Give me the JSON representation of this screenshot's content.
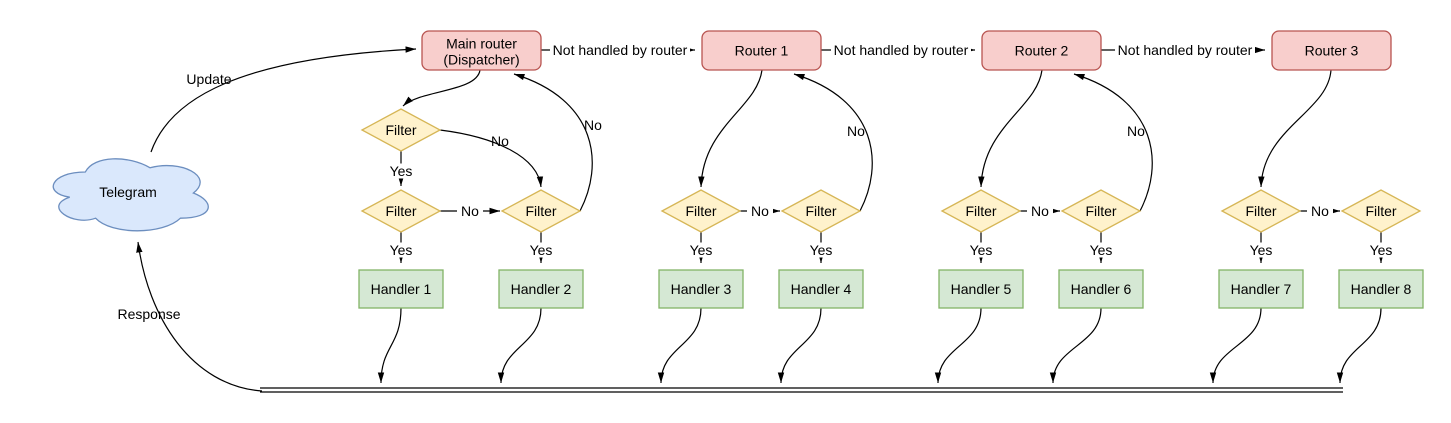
{
  "diagram": {
    "nodes": {
      "telegram": "Telegram",
      "main_router": {
        "line1": "Main router",
        "line2": "(Dispatcher)"
      },
      "routers": [
        "Router 1",
        "Router 2",
        "Router 3"
      ],
      "filter": "Filter",
      "handlers": [
        "Handler 1",
        "Handler 2",
        "Handler 3",
        "Handler 4",
        "Handler 5",
        "Handler 6",
        "Handler 7",
        "Handler 8"
      ]
    },
    "edge_labels": {
      "update": "Update",
      "response": "Response",
      "not_handled": "Not handled by router",
      "yes": "Yes",
      "no": "No"
    },
    "colors": {
      "router_fill": "#f8cecc",
      "router_stroke": "#b85450",
      "filter_fill": "#fff2cc",
      "filter_stroke": "#d6b656",
      "handler_fill": "#d5e8d4",
      "handler_stroke": "#82b366",
      "cloud_fill": "#dae8fc",
      "cloud_stroke": "#6c8ebf",
      "edge_color": "#000000",
      "background": "#ffffff"
    }
  }
}
